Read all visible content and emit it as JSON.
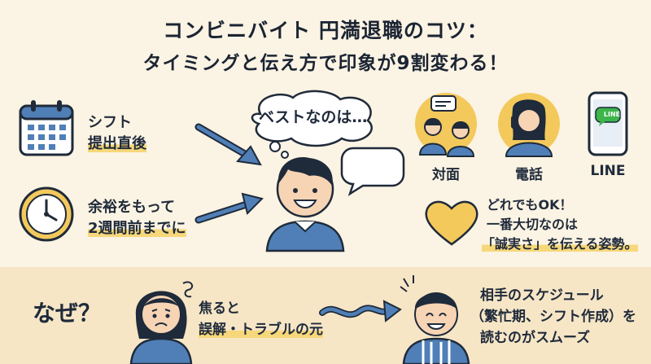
{
  "header": {
    "title_line1": "コンビニバイト 円満退職のコツ：",
    "title_line2": "タイミングと伝え方で印象が9割変わる！"
  },
  "timing": {
    "shift_line1": "シフト",
    "shift_line2": "提出直後",
    "margin_line1": "余裕をもって",
    "margin_line2": "2週間前までに"
  },
  "thought_bubble": "ベストなのは…",
  "channels": [
    {
      "label": "対面",
      "icon": "two-people-talking-icon"
    },
    {
      "label": "電話",
      "icon": "phone-call-icon"
    },
    {
      "label": "LINE",
      "icon": "smartphone-line-icon",
      "badge": "LINE"
    }
  ],
  "sincerity": {
    "line1": "どれでもOK！",
    "line2": "一番大切なのは",
    "line3": "「誠実さ」を伝える姿勢。"
  },
  "why": {
    "heading": "なぜ？",
    "cause_line1": "焦ると",
    "cause_line2": "誤解・トラブルの元",
    "effect_line1": "相手のスケジュール",
    "effect_line2": "（繁忙期、シフト作成）を",
    "effect_line3": "読むのがスムーズ"
  },
  "colors": {
    "background": "#fbf3e3",
    "bottom_band": "#f6e6c6",
    "accent_yellow": "#f3c95c",
    "accent_blue": "#4f7fb6",
    "navy": "#1f2a3a"
  }
}
